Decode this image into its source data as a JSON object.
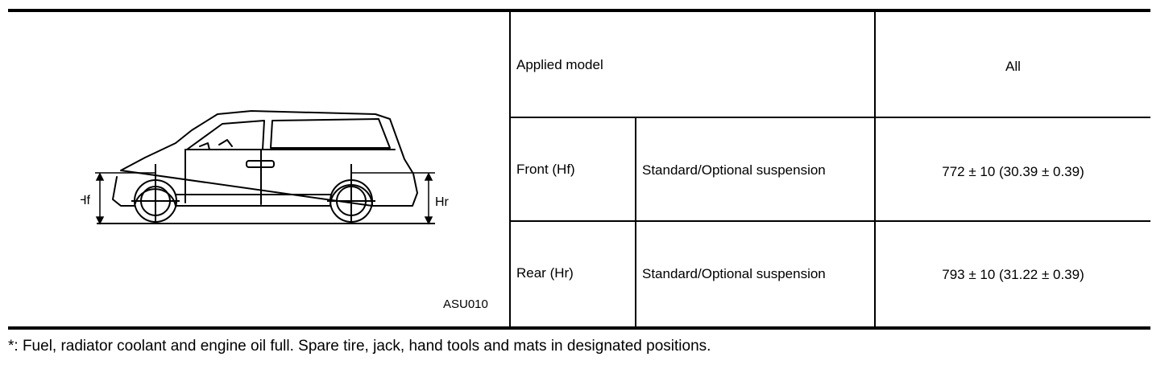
{
  "table": {
    "applied_model_label": "Applied model",
    "applied_model_value": "All",
    "rows": [
      {
        "position": "Front (Hf)",
        "suspension": "Standard/Optional suspension",
        "value": "772 ± 10 (30.39 ± 0.39)"
      },
      {
        "position": "Rear (Hr)",
        "suspension": "Standard/Optional suspension",
        "value": "793 ± 10 (31.22 ± 0.39)"
      }
    ]
  },
  "figure": {
    "label_front": "Hf",
    "label_rear": "Hr",
    "code": "ASU010"
  },
  "footnote": "*: Fuel, radiator coolant and engine oil full. Spare tire, jack, hand tools and mats in designated positions."
}
